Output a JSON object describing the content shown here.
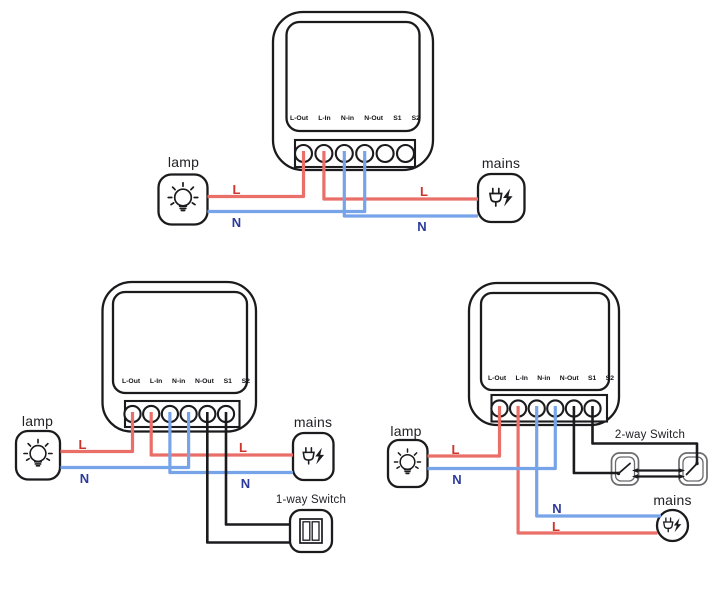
{
  "module": {
    "terminals": [
      "L-Out",
      "L-In",
      "N-in",
      "N-Out",
      "S1",
      "S2"
    ]
  },
  "colors": {
    "wire_live": "#ea6f68",
    "wire_neutral": "#77a4e8",
    "wire_switch": "#1b1b1e",
    "label_live": "#cd342c",
    "label_neutral": "#2c3a9e",
    "outline": "#1b1b1e"
  },
  "diagrams": {
    "top": {
      "lamp": "lamp",
      "mains": "mains",
      "lamp_live": "L",
      "lamp_neutral": "N",
      "mains_live": "L",
      "mains_neutral": "N"
    },
    "bottom_left": {
      "lamp": "lamp",
      "mains": "mains",
      "switch": "1-way Switch",
      "lamp_live": "L",
      "lamp_neutral": "N",
      "mains_live": "L",
      "mains_neutral": "N"
    },
    "bottom_right": {
      "lamp": "lamp",
      "mains": "mains",
      "switch": "2-way Switch",
      "lamp_live": "L",
      "lamp_neutral": "N",
      "mains_live": "L",
      "mains_neutral": "N"
    }
  }
}
